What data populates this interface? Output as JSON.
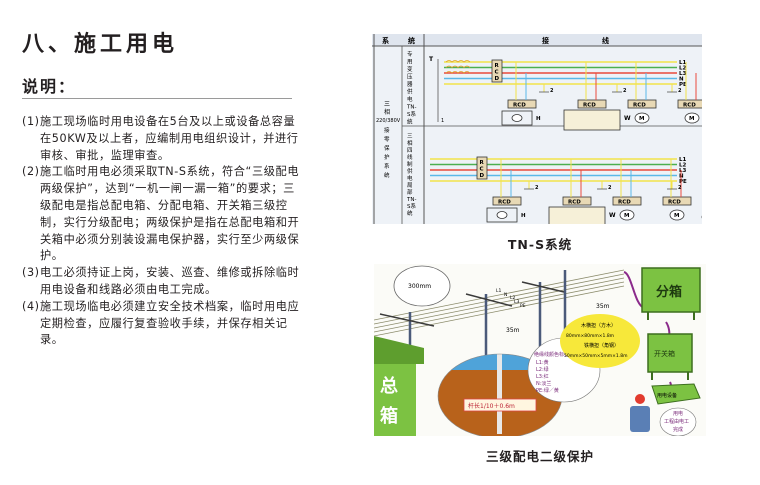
{
  "page": {
    "title": "八、施工用电",
    "subtitle": "说明：",
    "items": [
      {
        "num": "(1)",
        "text": "施工现场临时用电设备在5台及以上或设备总容量在50KW及以上者，应编制用电组织设计，并进行审核、审批，监理审查。"
      },
      {
        "num": "(2)",
        "text": "施工临时用电必须采取TN-S系统，符合“三级配电两级保护”，达到“一机一闸一漏一箱”的要求；三级配电是指总配电箱、分配电箱、开关箱三级控制，实行分级配电；两级保护是指在总配电箱和开关箱中必须分别装设漏电保护器，实行至少两级保护。"
      },
      {
        "num": "(3)",
        "text": "电工必须持证上岗，安装、巡查、维修或拆除临时用电设备和线路必须由电工完成。"
      },
      {
        "num": "(4)",
        "text": "施工现场临电必须建立安全技术档案，临时用电应定期检查，应履行复查验收手续，并保存相关记录。"
      }
    ]
  },
  "tns_figure": {
    "caption": "TN-S系统",
    "header_left_1": "系",
    "header_left_2": "统",
    "header_right_1": "接",
    "header_right_2": "线",
    "left_label": "三相220/380V接零保护系统",
    "left_label_top": "三",
    "left_label_mid": "相",
    "left_label_voltage": "220/380V",
    "left_label_rest": [
      "接",
      "零",
      "保",
      "护",
      "系",
      "统"
    ],
    "row1_label": [
      "专",
      "用",
      "变",
      "压",
      "器",
      "供",
      "电",
      "TN-",
      "S系",
      "统"
    ],
    "row2_label": [
      "三",
      "相",
      "四",
      "线",
      "制",
      "供",
      "电",
      "局",
      "部",
      "TN-",
      "S系",
      "统"
    ],
    "line_labels": [
      "L1",
      "L2",
      "L3",
      "N",
      "PE"
    ],
    "transformer_label": "T",
    "rcd_label": "RCD",
    "rcd_vertical": [
      "R",
      "C",
      "D"
    ],
    "device_labels": {
      "lamp": "H",
      "welder": "W",
      "motor": "M"
    },
    "ground_labels": [
      "1",
      "2"
    ],
    "line_colors": {
      "L1": "#f2e34a",
      "L2": "#4caf50",
      "L3": "#e94b3c",
      "N": "#5bb8e8",
      "PE": "#f2e34a"
    }
  },
  "protection_figure": {
    "caption": "三级配电二级保护",
    "main_box": "总箱",
    "sub_box": "分箱",
    "switch_box": "开关箱",
    "equipment_box": "用电设备",
    "bubble_spacing": "300mm",
    "span_1": "35m",
    "span_2": "35m",
    "wire_tags": [
      "L1",
      "N",
      "L2",
      "L3",
      "PE"
    ],
    "pole_depth": "杆长1/10＋0.6m",
    "wire_colors_title": "绝缘线颜色标记",
    "wire_colors": [
      "L1:黄",
      "L2:绿",
      "L3:红",
      "N:淡兰",
      "PE:绿／黄"
    ],
    "pole_spec_title": "木横担（方木）",
    "pole_spec_1": "80mm×80mm×1.8m",
    "pole_spec_sub": "铁横担（角钢）",
    "pole_spec_2": "50mm×50mm×5mm×1.8m",
    "electrician_note": [
      "用电",
      "工程由电工",
      "完成"
    ],
    "colors": {
      "box_green": "#7cc242",
      "ground_brown": "#b8621b",
      "bubble_yellow": "#f7e83a"
    }
  }
}
